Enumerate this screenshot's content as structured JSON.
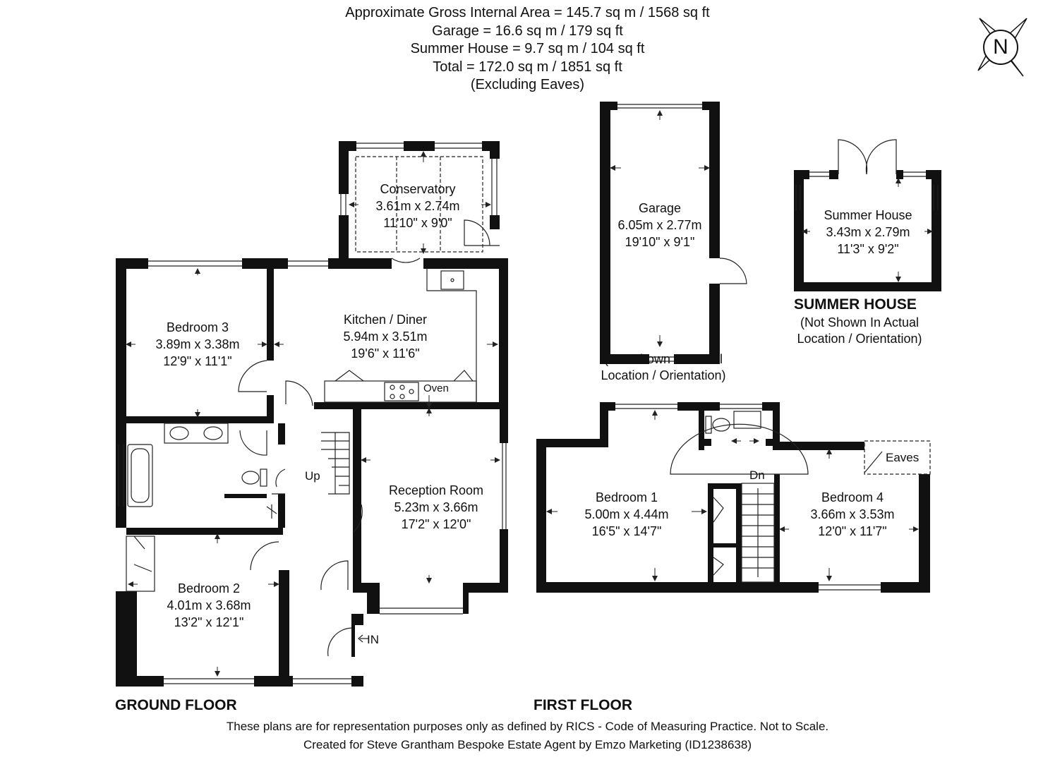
{
  "header": {
    "gross_area": "Approximate Gross Internal Area = 145.7 sq m / 1568 sq ft",
    "garage_area": "Garage = 16.6 sq m / 179 sq ft",
    "summer_house_area": "Summer House = 9.7 sq m / 104 sq ft",
    "total_area": "Total = 172.0 sq m / 1851 sq ft",
    "excluding": "(Excluding Eaves)"
  },
  "compass": {
    "letter": "N",
    "icon": "north-compass-icon"
  },
  "rooms": {
    "conservatory": {
      "name": "Conservatory",
      "metric": "3.61m x 2.74m",
      "imperial": "11'10\" x 9'0\""
    },
    "kitchen": {
      "name": "Kitchen / Diner",
      "metric": "5.94m x 3.51m",
      "imperial": "19'6\" x 11'6\""
    },
    "bedroom3": {
      "name": "Bedroom 3",
      "metric": "3.89m x 3.38m",
      "imperial": "12'9\" x 11'1\""
    },
    "reception": {
      "name": "Reception Room",
      "metric": "5.23m x 3.66m",
      "imperial": "17'2\" x 12'0\""
    },
    "bedroom2": {
      "name": "Bedroom 2",
      "metric": "4.01m x 3.68m",
      "imperial": "13'2\" x 12'1\""
    },
    "garage": {
      "name": "Garage",
      "metric": "6.05m x 2.77m",
      "imperial": "19'10\" x 9'1\""
    },
    "summer_house": {
      "name": "Summer House",
      "metric": "3.43m x 2.79m",
      "imperial": "11'3\" x 9'2\""
    },
    "bedroom1": {
      "name": "Bedroom 1",
      "metric": "5.00m x 4.44m",
      "imperial": "16'5\" x 14'7\""
    },
    "bedroom4": {
      "name": "Bedroom 4",
      "metric": "3.66m x 3.53m",
      "imperial": "12'0\" x 11'7\""
    }
  },
  "labels": {
    "oven": "Oven",
    "up": "Up",
    "dn": "Dn",
    "entrance": "IN",
    "eaves": "Eaves"
  },
  "floors": {
    "ground": "GROUND FLOOR",
    "first": "FIRST FLOOR",
    "summer_house": "SUMMER HOUSE"
  },
  "notes": {
    "garage_line1": "(Not Shown In Actual",
    "garage_line2": "Location / Orientation)",
    "summer_line1": "(Not Shown In Actual",
    "summer_line2": "Location / Orientation)"
  },
  "footer": {
    "disclaimer": "These plans are for representation purposes only as defined by RICS - Code of Measuring Practice. Not to Scale.",
    "credit": "Created for Steve Grantham Bespoke Estate Agent by Emzo Marketing (ID1238638)"
  }
}
